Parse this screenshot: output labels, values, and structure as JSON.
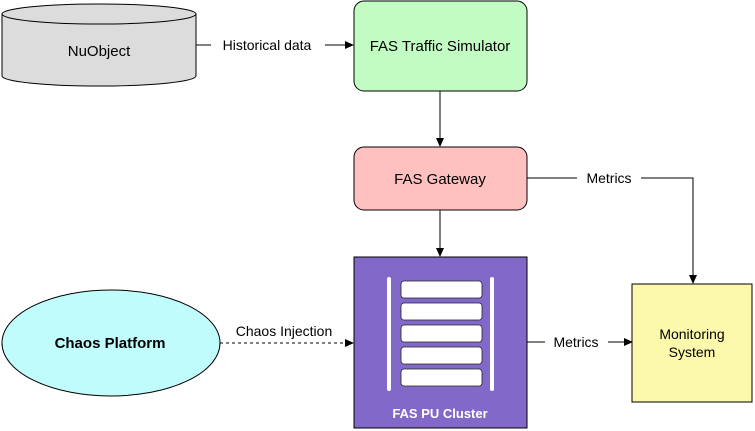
{
  "nodes": {
    "nuobject": {
      "label": "NuObject",
      "shape": "cylinder",
      "fill": "#dcdcdc"
    },
    "traffic_simulator": {
      "label": "FAS Traffic Simulator",
      "shape": "rounded-rect",
      "fill": "#c2fcc2"
    },
    "gateway": {
      "label": "FAS Gateway",
      "shape": "rounded-rect",
      "fill": "#ffc0c0"
    },
    "pu_cluster": {
      "label": "FAS PU Cluster",
      "shape": "rect-with-server-icon",
      "fill": "#8268c8",
      "text_color": "#ffffff"
    },
    "chaos_platform": {
      "label": "Chaos Platform",
      "shape": "ellipse",
      "fill": "#c0fcfc"
    },
    "monitoring": {
      "label_line1": "Monitoring",
      "label_line2": "System",
      "shape": "rect",
      "fill": "#fcf8ac"
    }
  },
  "edges": {
    "historical_data": {
      "label": "Historical data",
      "from": "NuObject",
      "to": "FAS Traffic Simulator",
      "style": "solid"
    },
    "sim_to_gateway": {
      "label": "",
      "from": "FAS Traffic Simulator",
      "to": "FAS Gateway",
      "style": "solid"
    },
    "gateway_to_cluster": {
      "label": "",
      "from": "FAS Gateway",
      "to": "FAS PU Cluster",
      "style": "solid"
    },
    "gateway_metrics": {
      "label": "Metrics",
      "from": "FAS Gateway",
      "to": "Monitoring System",
      "style": "solid"
    },
    "cluster_metrics": {
      "label": "Metrics",
      "from": "FAS PU Cluster",
      "to": "Monitoring System",
      "style": "solid"
    },
    "chaos_injection": {
      "label": "Chaos Injection",
      "from": "Chaos Platform",
      "to": "FAS PU Cluster",
      "style": "dashed"
    }
  }
}
